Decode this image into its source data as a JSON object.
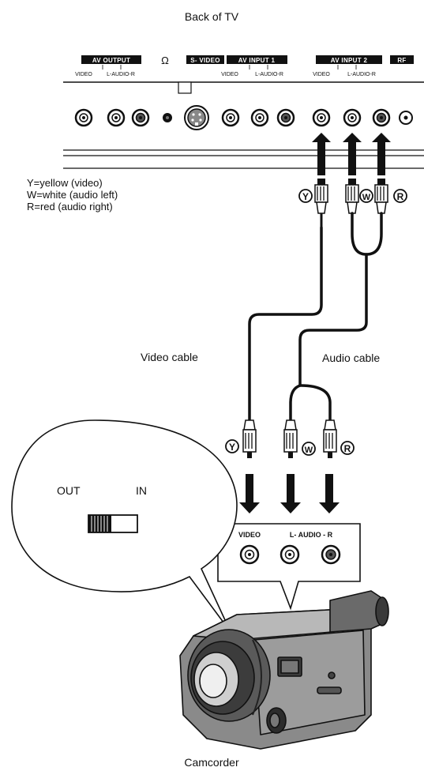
{
  "title": "Back of TV",
  "tv_panel": {
    "groups": {
      "av_output": "AV OUTPUT",
      "s_video": "S- VIDEO",
      "av_input_1": "AV INPUT 1",
      "av_input_2": "AV INPUT 2",
      "rf": "RF"
    },
    "sublabels": {
      "out_video": "VIDEO",
      "out_audio": "L-AUDIO-R",
      "in1_video": "VIDEO",
      "in1_audio": "L-AUDIO-R",
      "in2_video": "VIDEO",
      "in2_audio": "L-AUDIO-R"
    },
    "headphone_symbol": "Ω"
  },
  "legend": [
    "Y=yellow (video)",
    "W=white (audio left)",
    "R=red (audio right)"
  ],
  "plug_letters": {
    "yellow": "Y",
    "white": "W",
    "red": "R"
  },
  "cables": {
    "video": "Video cable",
    "audio": "Audio cable"
  },
  "switch": {
    "out": "OUT",
    "in": "IN"
  },
  "camcorder_panel": {
    "video": "VIDEO",
    "audio": "L- AUDIO - R"
  },
  "device_label": "Camcorder"
}
